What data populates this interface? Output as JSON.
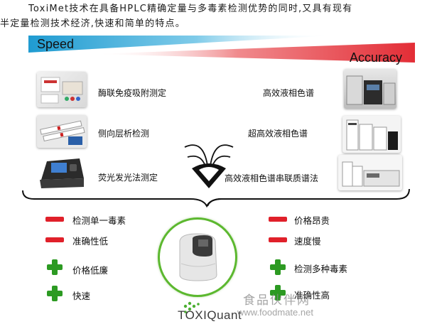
{
  "intro": {
    "line1": "ToxiMet技术在具备HPLC精确定量与多毒素检测优势的同时,又具有现有",
    "line2": "半定量检测技术经济,快速和简单的特点。"
  },
  "axis": {
    "speed_label": "Speed",
    "accuracy_label": "Accuracy"
  },
  "left_methods": [
    "酶联免疫吸附测定",
    "侧向层析检测",
    "荧光发光法测定"
  ],
  "right_methods": [
    "高效液相色谱",
    "超高效液相色谱",
    "高效液相色谱串联质谱法"
  ],
  "left_features": [
    {
      "type": "minus",
      "text": "检测单一毒素"
    },
    {
      "type": "minus",
      "text": "准确性低"
    },
    {
      "type": "plus",
      "text": "价格低廉"
    },
    {
      "type": "plus",
      "text": "快速"
    }
  ],
  "right_features": [
    {
      "type": "minus",
      "text": "价格昂贵"
    },
    {
      "type": "minus",
      "text": "速度慢"
    },
    {
      "type": "plus",
      "text": "检测多种毒素"
    },
    {
      "type": "plus",
      "text": "准确性高"
    }
  ],
  "brand": "TOXIQuant",
  "watermark": {
    "name": "食品伙伴网",
    "url": "www.foodmate.net"
  },
  "colors": {
    "speed_blue": "#2ba6d6",
    "accuracy_red": "#e8323a",
    "minus_red": "#e0202a",
    "plus_green": "#2c9a22",
    "ring_green": "#5cb82f"
  },
  "icons": [
    "elisa-kit-photo",
    "lateral-flow-strips-photo",
    "fluorometer-photo",
    "hplc-photo",
    "uhplc-photo",
    "lcms-photo",
    "toxiquant-device-photo",
    "converging-arrows-icon"
  ]
}
